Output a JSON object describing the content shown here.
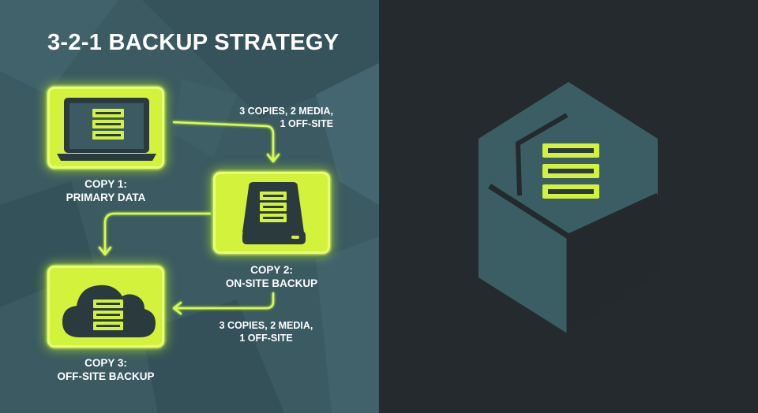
{
  "title": "3-2-1 BACKUP STRATEGY",
  "copies": [
    {
      "line1": "COPY 1:",
      "line2": "PRIMARY DATA",
      "icon": "laptop-server-icon"
    },
    {
      "line1": "COPY 2:",
      "line2": "ON-SITE BACKUP",
      "icon": "external-drive-icon"
    },
    {
      "line1": "COPY 3:",
      "line2": "OFF-SITE BACKUP",
      "icon": "cloud-server-icon"
    }
  ],
  "annotations": [
    {
      "line1": "3 COPIES, 2 MEDIA,",
      "line2": "1 OFF-SITE"
    },
    {
      "line1": "3 COPIES, 2 MEDIA,",
      "line2": "1 OFF-SITE"
    }
  ],
  "colors": {
    "accent": "#d2f23c",
    "panel_left": "#3b5a62",
    "panel_right": "#242a2e",
    "icon_dark": "#2a3a3f"
  },
  "logo_icon": "hexagon-box-server-icon"
}
